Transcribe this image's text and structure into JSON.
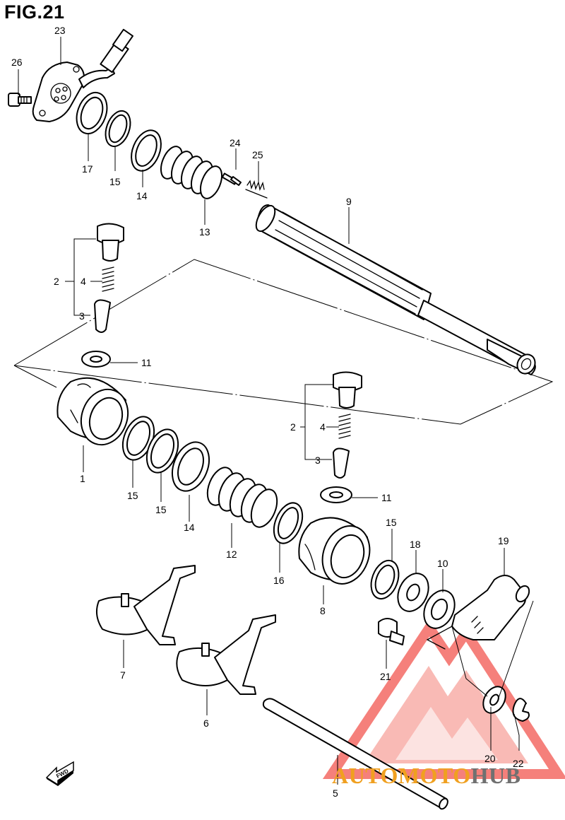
{
  "figure": {
    "title": "FIG.21"
  },
  "callouts": {
    "c23": "23",
    "c26": "26",
    "c17": "17",
    "c15a": "15",
    "c14a": "14",
    "c13": "13",
    "c24": "24",
    "c25": "25",
    "c9": "9",
    "c2a": "2",
    "c4a": "4",
    "c3a": "3",
    "c11a": "11",
    "c1": "1",
    "c15b": "15",
    "c15c": "15",
    "c14b": "14",
    "c12": "12",
    "c16": "16",
    "c8": "8",
    "c2b": "2",
    "c4b": "4",
    "c3b": "3",
    "c11b": "11",
    "c15d": "15",
    "c18": "18",
    "c10": "10",
    "c19": "19",
    "c21": "21",
    "c7": "7",
    "c6": "6",
    "c20": "20",
    "c22": "22",
    "c5": "5"
  },
  "fwd_badge": "FWD",
  "watermark": {
    "part1": "AUTOMOTO",
    "part2": "HUB",
    "color_primary": "#f0a020",
    "color_secondary": "#707070",
    "logo_color": "#f2564f"
  }
}
